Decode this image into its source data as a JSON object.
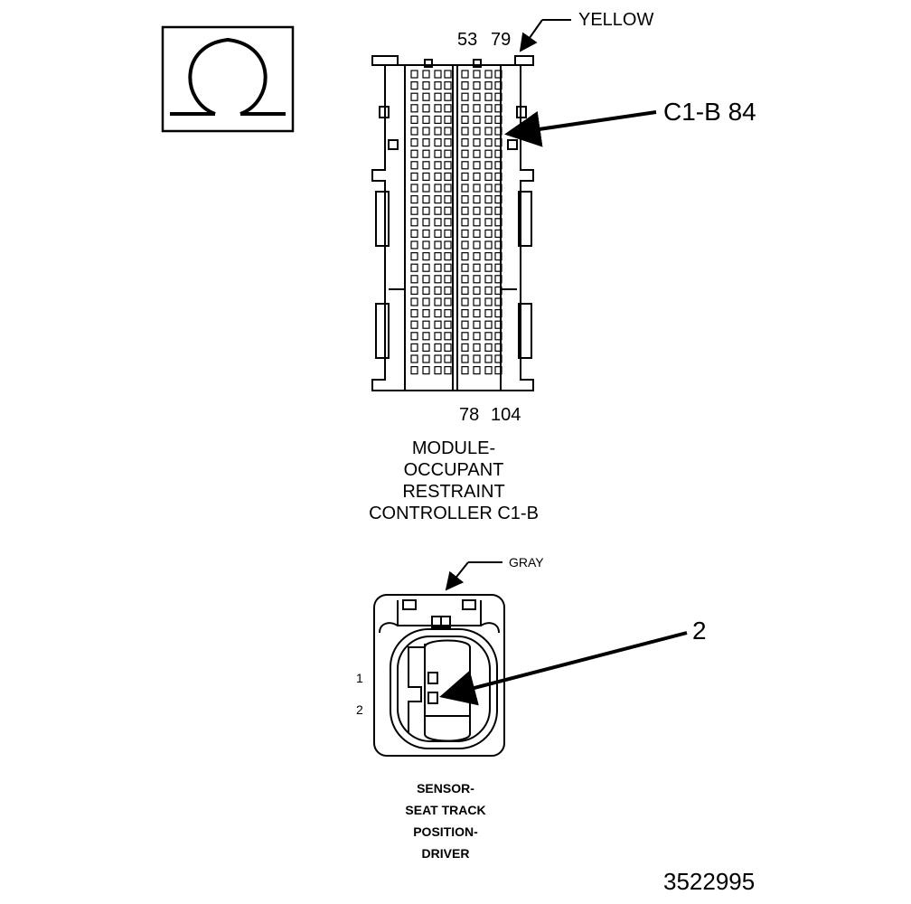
{
  "symbol": {
    "icon": "ohm-icon"
  },
  "connector_top": {
    "color_label": "YELLOW",
    "pin_top_left": "53",
    "pin_top_right": "79",
    "pin_bottom_left": "78",
    "pin_bottom_right": "104",
    "callout": "C1-B 84",
    "title_lines": [
      "MODULE-",
      "OCCUPANT",
      "RESTRAINT",
      "CONTROLLER C1-B"
    ]
  },
  "connector_bottom": {
    "color_label": "GRAY",
    "pin_1": "1",
    "pin_2": "2",
    "callout": "2",
    "title_lines": [
      "SENSOR-",
      "SEAT TRACK",
      "POSITION-",
      "DRIVER"
    ]
  },
  "figure_number": "3522995"
}
